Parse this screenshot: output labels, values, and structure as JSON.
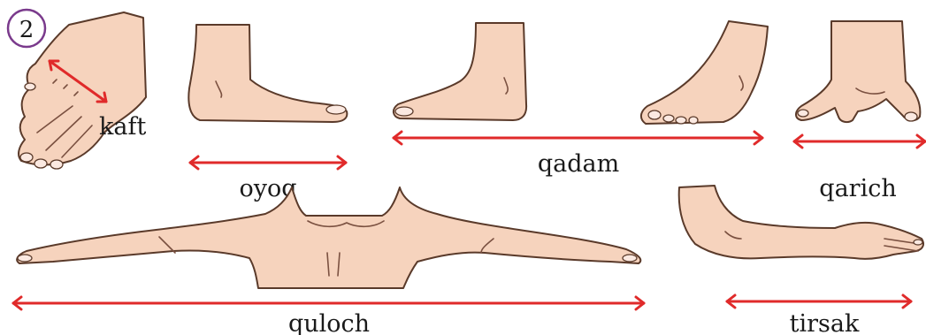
{
  "figure": {
    "badge_number": "2",
    "colors": {
      "arrow": "#e02a2a",
      "badge_ring": "#7a3a8c",
      "skin": "#f6d3bd",
      "outline": "#5a3a2a"
    },
    "items": [
      {
        "id": "kaft",
        "label": "kaft"
      },
      {
        "id": "oyoq",
        "label": "oyoq"
      },
      {
        "id": "qadam",
        "label": "qadam"
      },
      {
        "id": "qarich",
        "label": "qarich"
      },
      {
        "id": "quloch",
        "label": "quloch"
      },
      {
        "id": "tirsak",
        "label": "tirsak"
      }
    ]
  }
}
